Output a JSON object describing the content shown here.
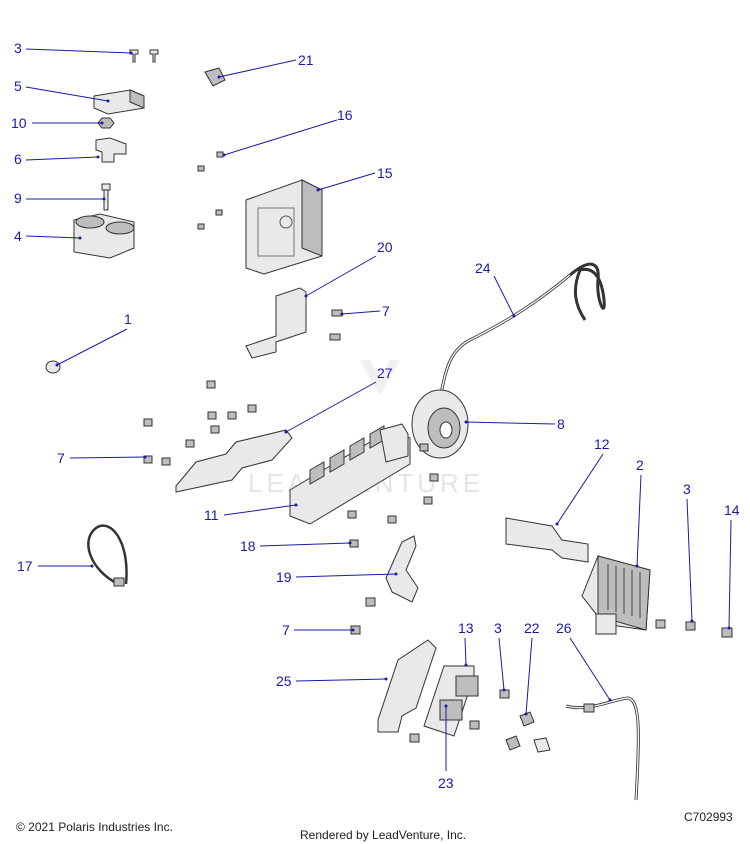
{
  "footer": {
    "copyright": "© 2021 Polaris Industries Inc.",
    "rendered_by": "Rendered by LeadVenture, Inc.",
    "diagram_code": "C702993"
  },
  "watermark": "LEADVENTURE",
  "callouts": [
    "3",
    "21",
    "5",
    "10",
    "16",
    "6",
    "15",
    "9",
    "4",
    "20",
    "7",
    "24",
    "1",
    "27",
    "8",
    "7",
    "12",
    "2",
    "3",
    "14",
    "11",
    "18",
    "17",
    "19",
    "7",
    "13",
    "3",
    "22",
    "26",
    "25",
    "23"
  ],
  "accent_color": "#1a1aa6"
}
